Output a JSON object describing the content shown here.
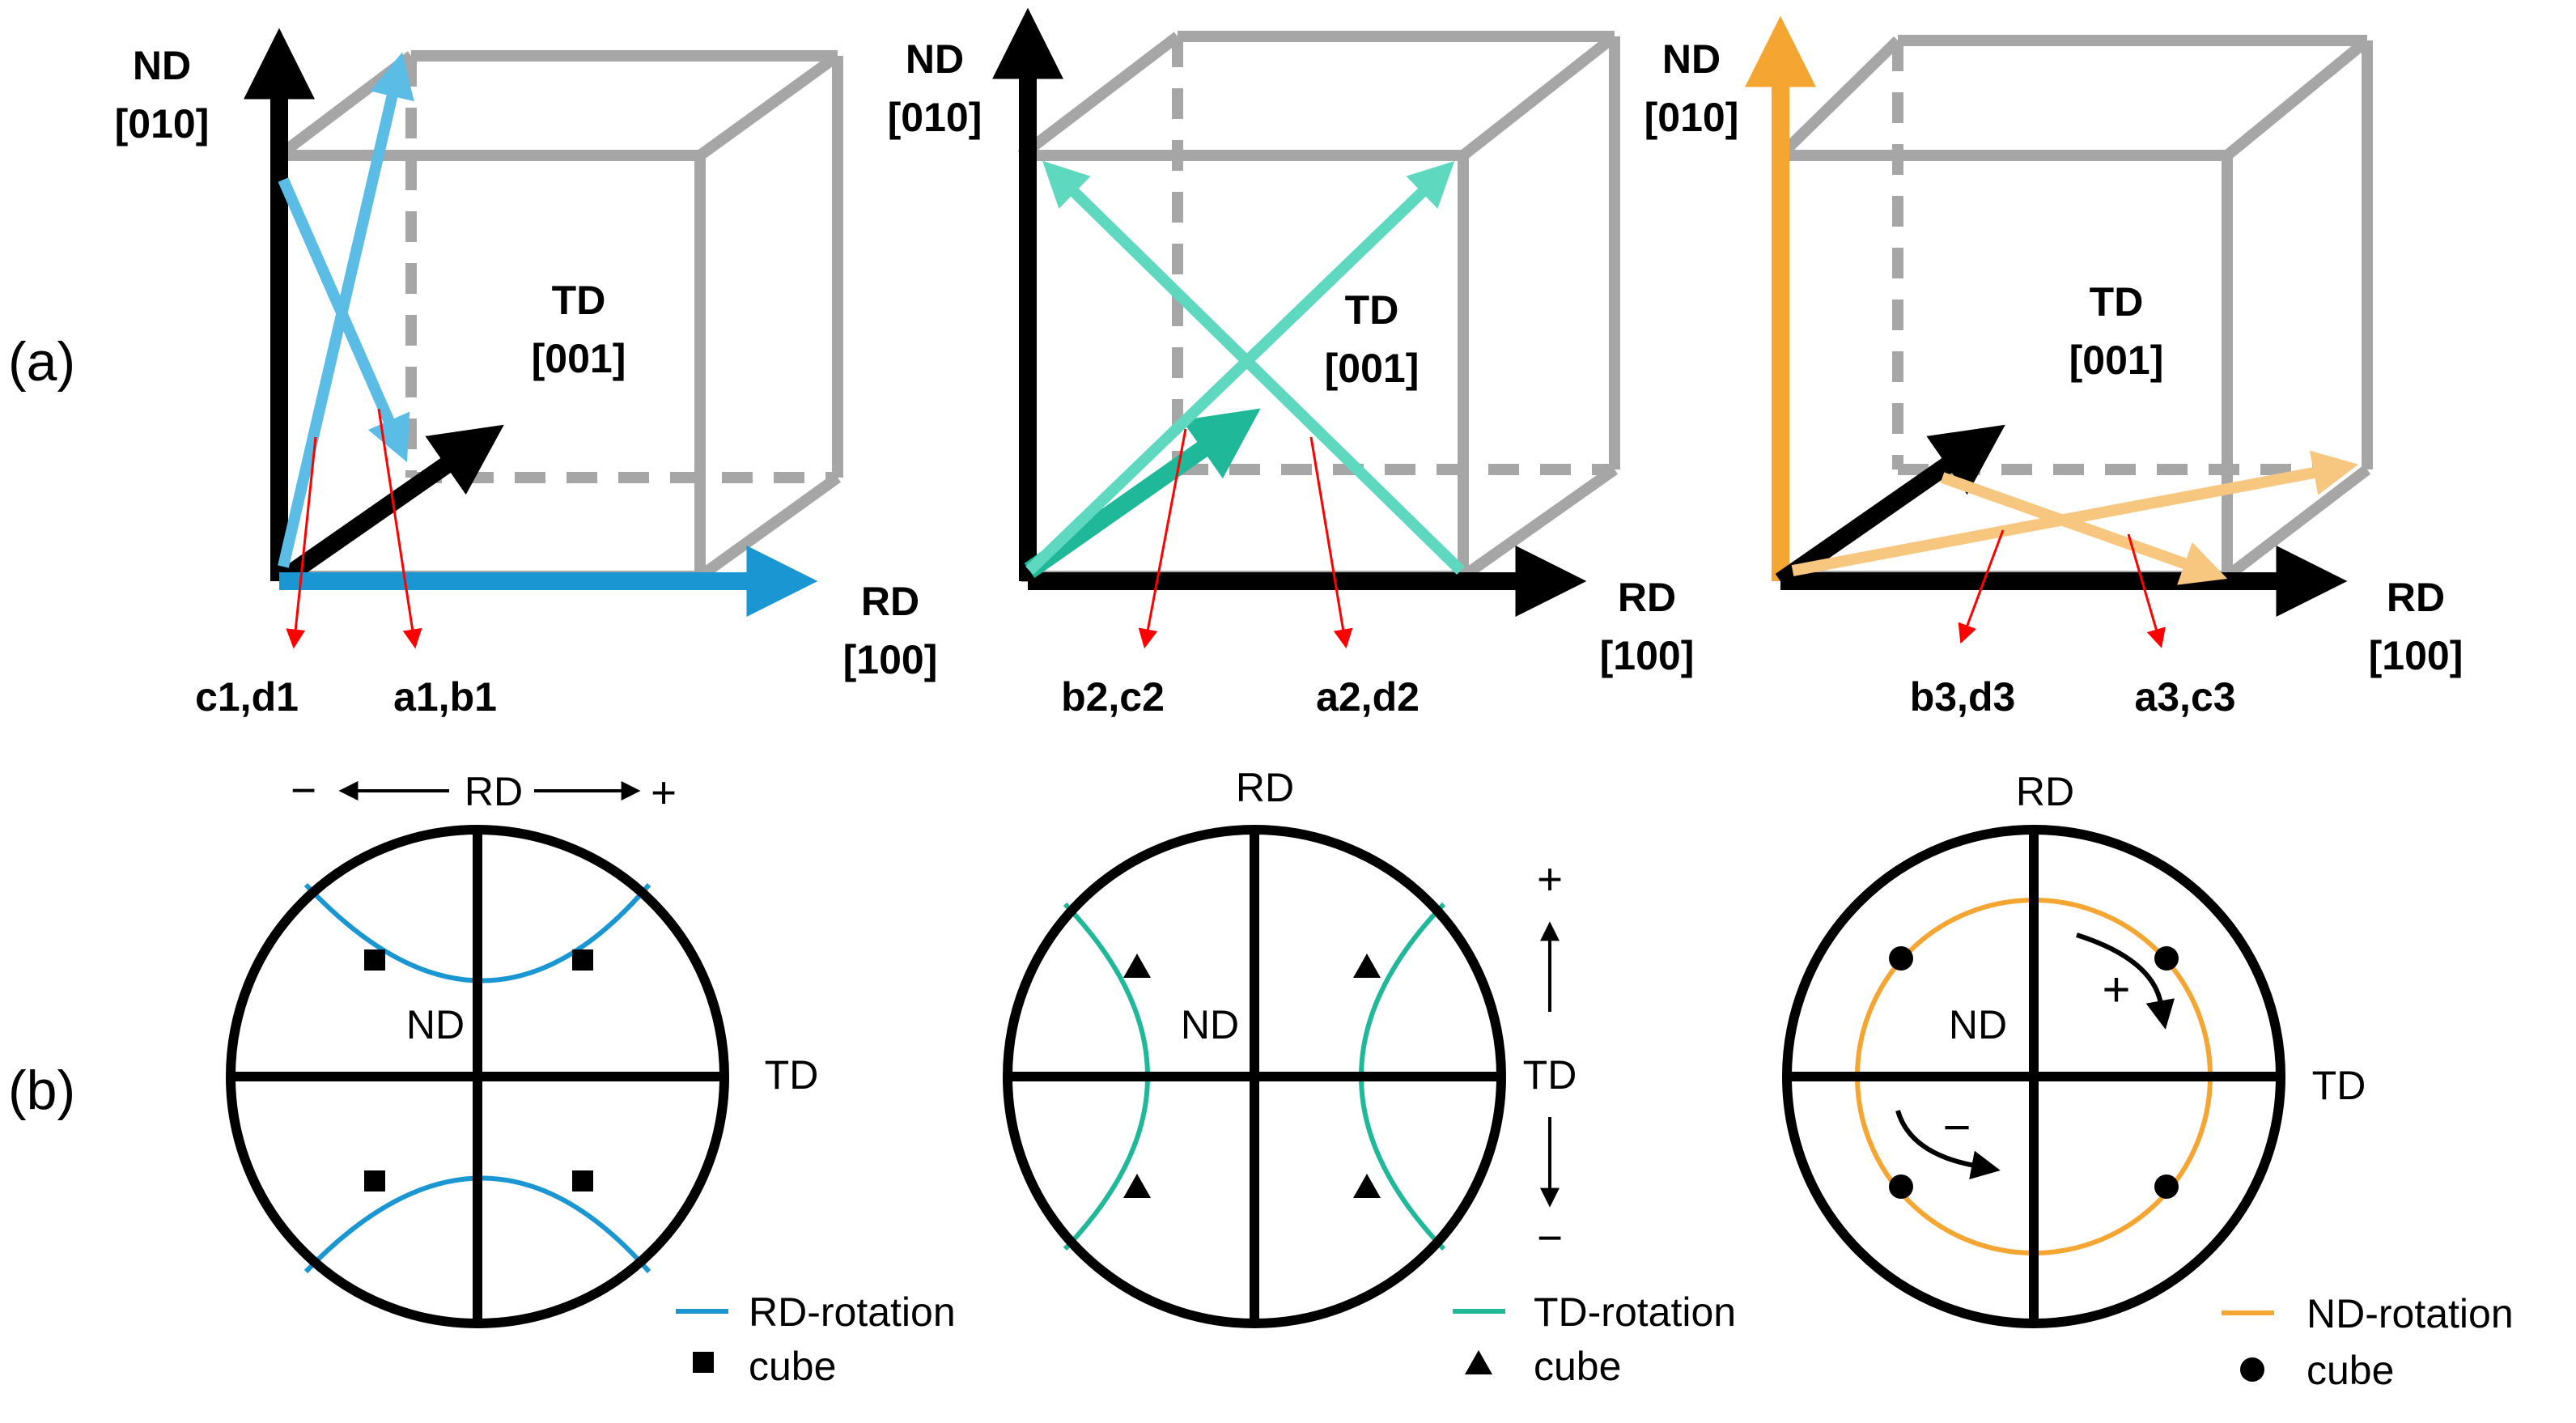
{
  "panel_labels": {
    "a": "(a)",
    "b": "(b)"
  },
  "axes": {
    "nd": "ND",
    "nd_index": "[010]",
    "td": "TD",
    "td_index": "[001]",
    "rd": "RD",
    "rd_index": "[100]"
  },
  "colors": {
    "rd_rotation": "#1a96d3",
    "rd_rotation_light": "#5bbde6",
    "td_rotation": "#1fb899",
    "td_rotation_light": "#5fd8c0",
    "nd_rotation": "#f5a531",
    "nd_rotation_light": "#f8c77f",
    "cube_frame": "#a6a6a6",
    "pointer": "#ff0000"
  },
  "cubes": [
    {
      "pointer_labels": [
        "c1,d1",
        "a1,b1"
      ]
    },
    {
      "pointer_labels": [
        "b2,c2",
        "a2,d2"
      ]
    },
    {
      "pointer_labels": [
        "b3,d3",
        "a3,c3"
      ]
    }
  ],
  "pole_figures": {
    "rd_label": "RD",
    "td_label": "TD",
    "nd_label": "ND",
    "minus": "−",
    "plus": "+",
    "legends": [
      {
        "line_label": "RD-rotation",
        "marker_label": "cube",
        "marker": "square"
      },
      {
        "line_label": "TD-rotation",
        "marker_label": "cube",
        "marker": "triangle"
      },
      {
        "line_label": "ND-rotation",
        "marker_label": "cube",
        "marker": "circle"
      }
    ]
  }
}
